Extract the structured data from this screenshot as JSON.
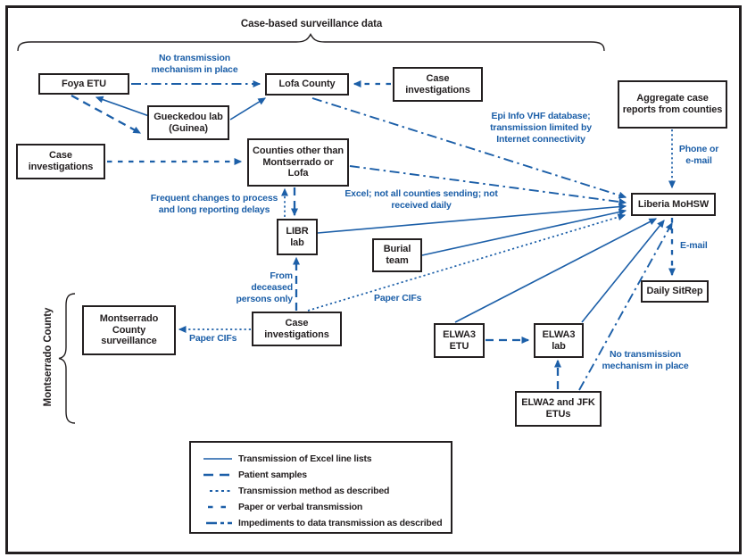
{
  "figure": {
    "top_brace_label": "Case-based surveillance data",
    "side_brace_label": "Montserrado County"
  },
  "boxes": {
    "foya_etu": "Foya ETU",
    "lofa_county": "Lofa County",
    "case_investigations_nw": "Case investigations",
    "gueckedou_lab": "Gueckedou lab (Guinea)",
    "case_investigations_ne": "Case investigations",
    "counties_other": "Counties other than Montserrado or Lofa",
    "aggregate_reports": "Aggregate case reports from counties",
    "liberia_mohsw": "Liberia MoHSW",
    "daily_sitrep": "Daily SitRep",
    "libr_lab": "LIBR lab",
    "burial_team": "Burial team",
    "case_investigations_montserrado": "Case investigations",
    "montserrado_surveillance": "Montserrado County surveillance",
    "elwa3_etu": "ELWA3 ETU",
    "elwa3_lab": "ELWA3 lab",
    "elwa2_jfk_etus": "ELWA2 and JFK ETUs"
  },
  "annotations": {
    "no_transmission_top": "No transmission mechanism in place",
    "epi_info": "Epi Info VHF database; transmission limited by Internet connectivity",
    "excel": "Excel; not all counties sending; not received daily",
    "frequent_changes": "Frequent changes to process and long reporting delays",
    "from_deceased": "From deceased persons only",
    "paper_cifs_to_mohsw": "Paper CIFs",
    "paper_cifs_to_surveillance": "Paper CIFs",
    "phone_or_email": "Phone or e-mail",
    "email": "E-mail",
    "no_transmission_bottom": "No transmission mechanism in place"
  },
  "legend": {
    "items": [
      {
        "style": "solid",
        "label": "Transmission of Excel line lists"
      },
      {
        "style": "long-dash",
        "label": "Patient samples"
      },
      {
        "style": "dotted",
        "label": "Transmission method as described"
      },
      {
        "style": "medium-dash",
        "label": "Paper or verbal transmission"
      },
      {
        "style": "dash-dot",
        "label": "Impediments to data transmission as described"
      }
    ]
  },
  "colors": {
    "accent": "#1c5fa8",
    "line_black": "#231f20",
    "background": "#ffffff"
  }
}
